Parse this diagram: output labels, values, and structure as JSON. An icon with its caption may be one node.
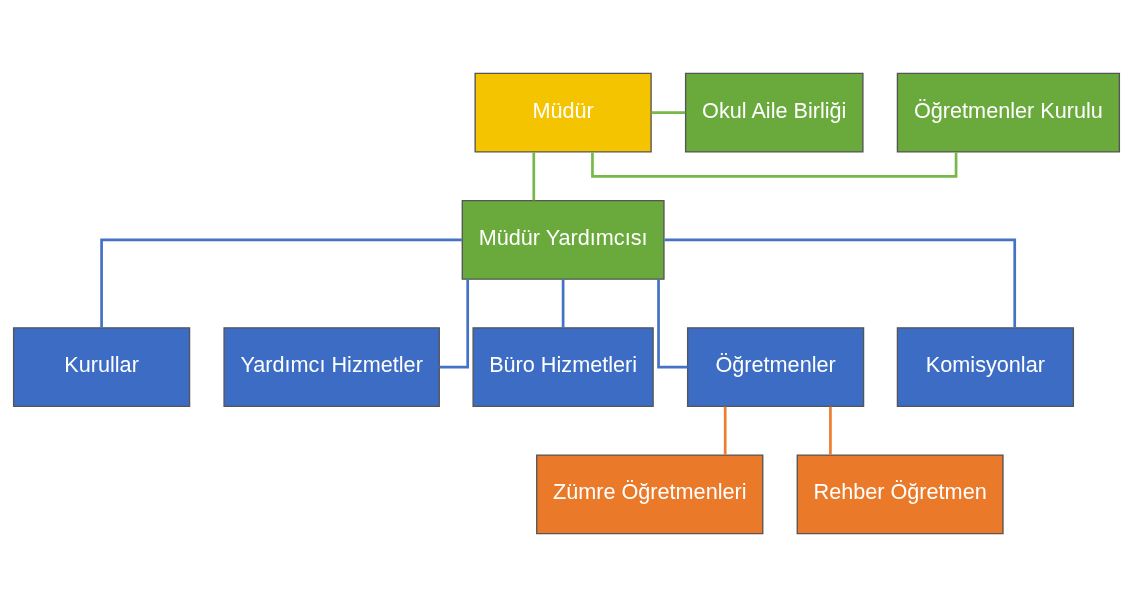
{
  "diagram": {
    "nodes": [
      {
        "text": [
          "Müdür"
        ]
      },
      {
        "text": [
          "Öğretmenler Kurulu"
        ]
      },
      {
        "text": [
          "Okul Aile Birliği"
        ]
      },
      {
        "text": [
          "Müdür Yardımcısı"
        ]
      },
      {
        "text": [
          "Kurullar"
        ]
      },
      {
        "text": [
          "Yardımcı Hizmetler"
        ]
      },
      {
        "text": [
          "Büro Hizmetleri"
        ]
      },
      {
        "text": [
          "Öğretmenler"
        ]
      },
      {
        "text": [
          "Komisyonlar"
        ]
      },
      {
        "text": [
          "Zümre Öğretmenleri"
        ]
      },
      {
        "text": [
          "Rehber Öğretmen"
        ]
      }
    ],
    "edges": [
      {
        "from": 0,
        "to": 1,
        "arrow": "none",
        "color": "#77b84a"
      },
      {
        "from": 0,
        "to": 2,
        "arrow": "none",
        "color": "#77b84a"
      },
      {
        "from": 0,
        "to": 3,
        "arrow": "none",
        "color": "#77b84a"
      },
      {
        "from": 3,
        "to": 4,
        "arrow": "none"
      },
      {
        "from": 3,
        "to": 5,
        "arrow": "none"
      },
      {
        "from": 3,
        "to": 6,
        "arrow": "none"
      },
      {
        "from": 3,
        "to": 7,
        "arrow": "none"
      },
      {
        "from": 3,
        "to": 8,
        "arrow": "none"
      },
      {
        "from": 7,
        "to": 9,
        "arrow": "none",
        "color": "#ed7d31"
      },
      {
        "from": 7,
        "to": 10,
        "arrow": "none",
        "color": "#ed7d31"
      }
    ]
  }
}
